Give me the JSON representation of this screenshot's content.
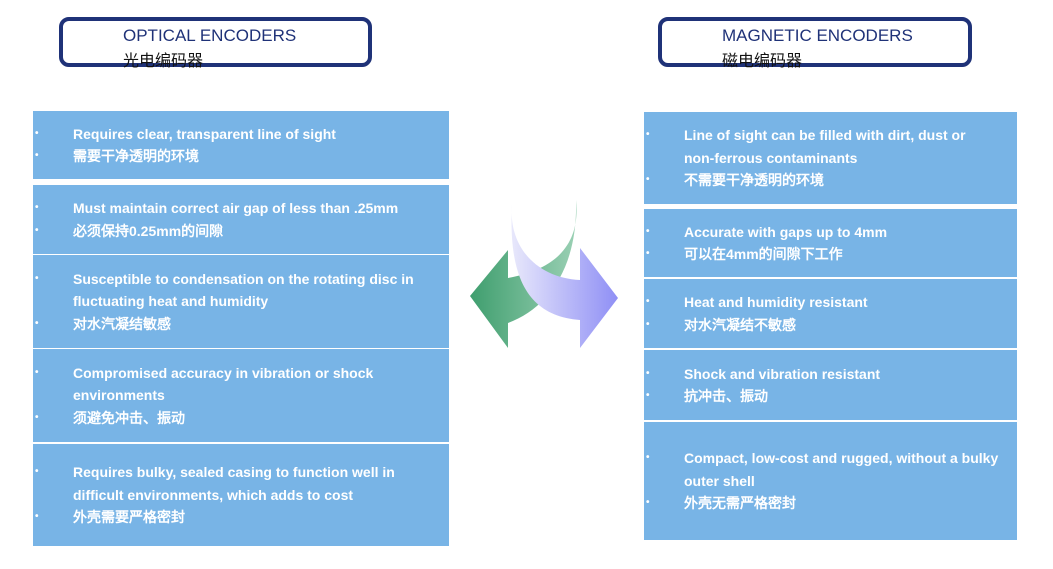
{
  "optical": {
    "title": "OPTICAL ENCODERS",
    "title_zh": "光电编码器",
    "items": [
      [
        {
          "t": "Requires clear, transparent line of sight",
          "b": 1
        },
        {
          "t": "需要干净透明的环境",
          "b": 1
        }
      ],
      [
        {
          "t": "Must maintain correct air gap of less than .25mm",
          "b": 1
        },
        {
          "t": "必须保持0.25mm的间隙",
          "b": 1
        }
      ],
      [
        {
          "t": "Susceptible to condensation on the rotating disc in",
          "b": 1
        },
        {
          "t": "fluctuating heat and humidity",
          "b": 0
        },
        {
          "t": "对水汽凝结敏感",
          "b": 1
        }
      ],
      [
        {
          "t": "Compromised accuracy in vibration or shock",
          "b": 1
        },
        {
          "t": "environments",
          "b": 0
        },
        {
          "t": "须避免冲击、振动",
          "b": 1
        }
      ],
      [
        {
          "t": "Requires bulky, sealed casing to function well in",
          "b": 1
        },
        {
          "t": "difficult environments, which adds to cost",
          "b": 0
        },
        {
          "t": "外壳需要严格密封",
          "b": 1
        }
      ]
    ]
  },
  "magnetic": {
    "title": "MAGNETIC ENCODERS",
    "title_zh": "磁电编码器",
    "items": [
      [
        {
          "t": "Line of sight can be filled with dirt, dust or",
          "b": 1
        },
        {
          "t": "non-ferrous contaminants",
          "b": 0
        },
        {
          "t": "不需要干净透明的环境",
          "b": 1
        }
      ],
      [
        {
          "t": "Accurate with gaps up to 4mm",
          "b": 1
        },
        {
          "t": "可以在4mm的间隙下工作",
          "b": 1
        }
      ],
      [
        {
          "t": "Heat and humidity resistant",
          "b": 1
        },
        {
          "t": "对水汽凝结不敏感",
          "b": 1
        }
      ],
      [
        {
          "t": "Shock and vibration resistant",
          "b": 1
        },
        {
          "t": "抗冲击、振动",
          "b": 1
        }
      ],
      [
        {
          "t": "Compact, low-cost and rugged, without a bulky",
          "b": 1
        },
        {
          "t": "outer shell",
          "b": 0
        },
        {
          "t": "外壳无需严格密封",
          "b": 1
        }
      ]
    ]
  }
}
